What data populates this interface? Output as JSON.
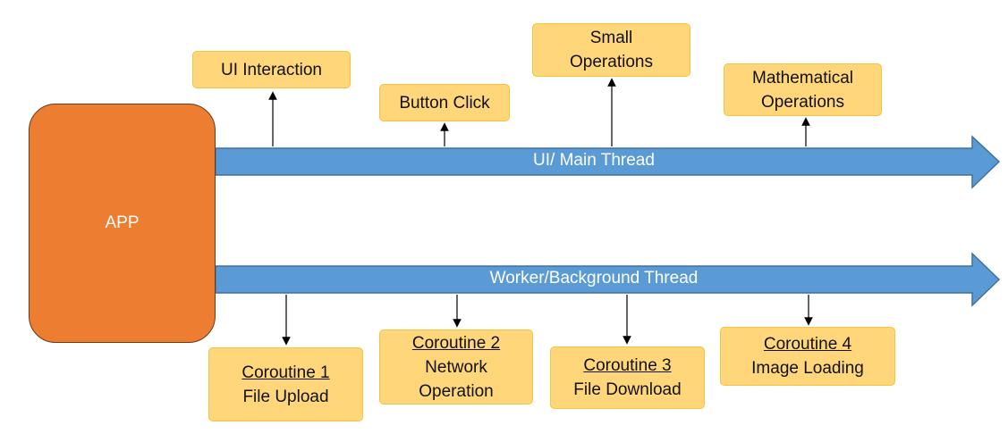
{
  "app": {
    "label": "APP"
  },
  "main_thread": {
    "label": "UI/ Main Thread",
    "tasks": [
      {
        "lines": [
          "UI Interaction"
        ]
      },
      {
        "lines": [
          "Button Click"
        ]
      },
      {
        "lines": [
          "Small",
          "Operations"
        ]
      },
      {
        "lines": [
          "Mathematical",
          "Operations"
        ]
      }
    ]
  },
  "worker_thread": {
    "label": "Worker/Background Thread",
    "coroutines": [
      {
        "name": "Coroutine 1",
        "lines": [
          "File Upload"
        ]
      },
      {
        "name": "Coroutine 2",
        "lines": [
          "Network",
          "Operation"
        ]
      },
      {
        "name": "Coroutine 3",
        "lines": [
          "File Download"
        ]
      },
      {
        "name": "Coroutine 4",
        "lines": [
          "Image Loading"
        ]
      }
    ]
  },
  "colors": {
    "app": "#ED7D31",
    "thread_arrow": "#5B9BD5",
    "task_box": "#FFD67A",
    "task_border": "#F5C242"
  }
}
